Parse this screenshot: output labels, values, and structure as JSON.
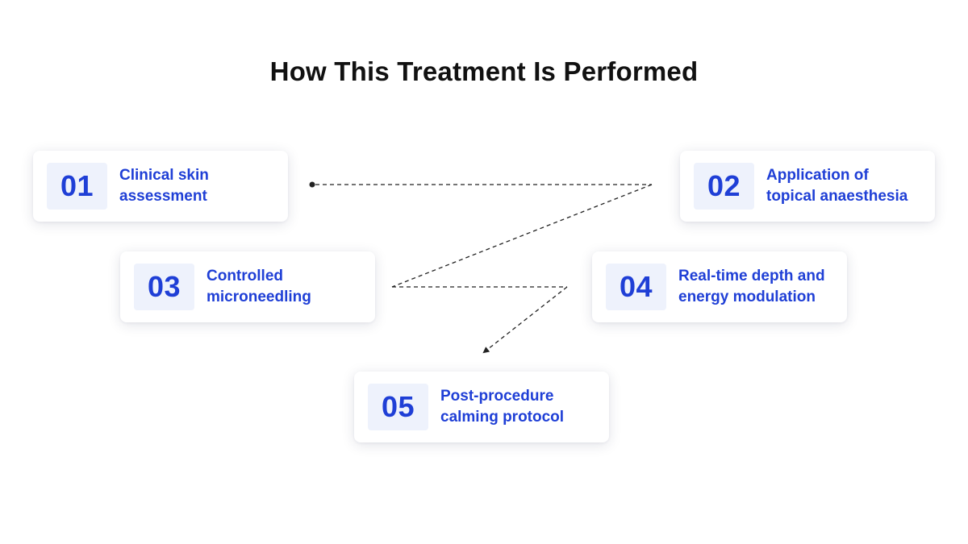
{
  "title": "How This Treatment Is Performed",
  "colors": {
    "accent": "#1f3fd6",
    "number_bg": "#eef2fc",
    "title": "#111111",
    "connector": "#222222"
  },
  "steps": [
    {
      "number": "01",
      "line1": "Clinical skin",
      "line2": "assessment"
    },
    {
      "number": "02",
      "line1": "Application of",
      "line2": "topical anaesthesia"
    },
    {
      "number": "03",
      "line1": "Controlled",
      "line2": "microneedling"
    },
    {
      "number": "04",
      "line1": "Real-time depth and",
      "line2": "energy modulation"
    },
    {
      "number": "05",
      "line1": "Post-procedure",
      "line2": "calming protocol"
    }
  ]
}
